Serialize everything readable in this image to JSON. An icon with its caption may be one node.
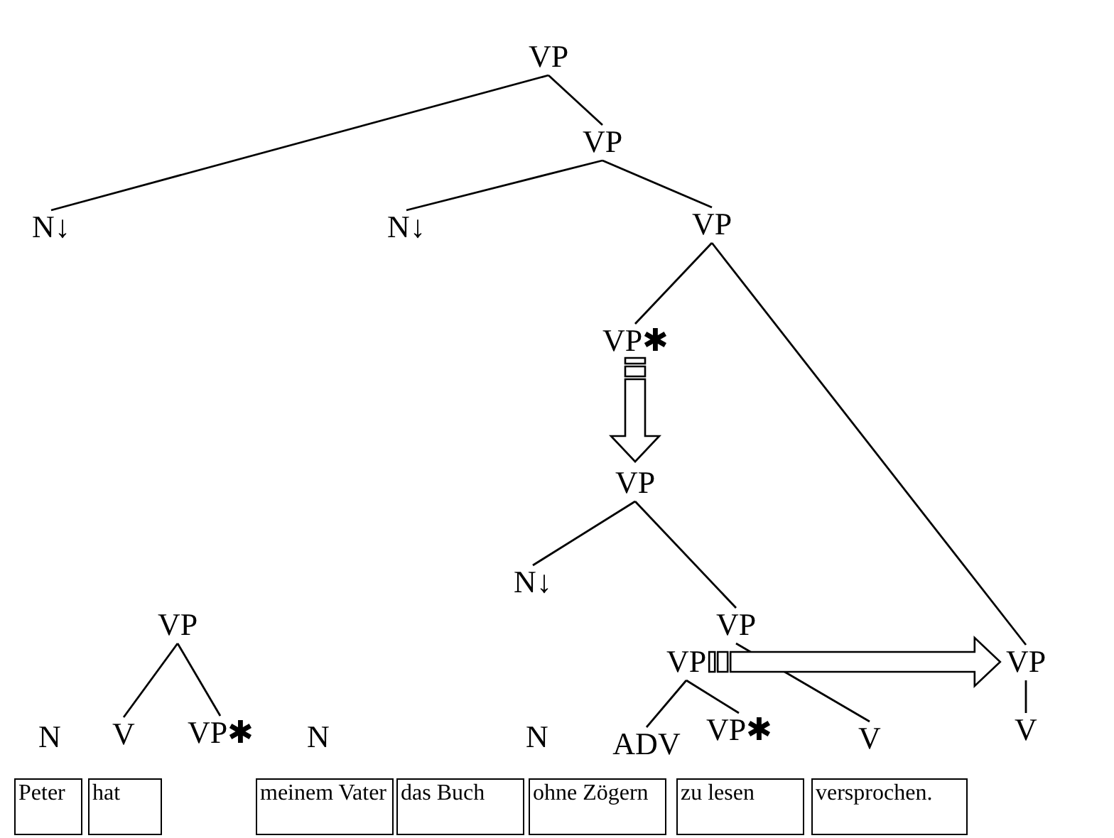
{
  "diagram": {
    "nodes": [
      {
        "text": [
          "VP"
        ]
      },
      {
        "text": [
          "VP"
        ]
      },
      {
        "text": [
          "N↓"
        ]
      },
      {
        "text": [
          "N↓"
        ]
      },
      {
        "text": [
          "VP"
        ]
      },
      {
        "text": [
          "VP✱"
        ]
      },
      {
        "text": [
          "VP"
        ]
      },
      {
        "text": [
          "N↓"
        ]
      },
      {
        "text": [
          "VP"
        ]
      },
      {
        "text": [
          "VP"
        ]
      },
      {
        "text": [
          "ADV"
        ]
      },
      {
        "text": [
          "VP✱"
        ]
      },
      {
        "text": [
          "V"
        ]
      },
      {
        "text": [
          "VP"
        ]
      },
      {
        "text": [
          "V"
        ]
      },
      {
        "text": [
          "VP"
        ]
      },
      {
        "text": [
          "V"
        ]
      },
      {
        "text": [
          "VP✱"
        ]
      },
      {
        "text": [
          "Peter"
        ]
      },
      {
        "text": [
          "hat"
        ]
      },
      {
        "text": [
          "meinem Vater"
        ]
      },
      {
        "text": [
          "das Buch"
        ]
      },
      {
        "text": [
          "ohne Zögern"
        ]
      },
      {
        "text": [
          "zu lesen"
        ]
      },
      {
        "text": [
          "versprochen."
        ]
      }
    ],
    "edges": [
      {
        "from": 0,
        "to": 2,
        "arrow": "none"
      },
      {
        "from": 0,
        "to": 1,
        "arrow": "none"
      },
      {
        "from": 1,
        "to": 3,
        "arrow": "none"
      },
      {
        "from": 1,
        "to": 4,
        "arrow": "none"
      },
      {
        "from": 4,
        "to": 5,
        "arrow": "none"
      },
      {
        "from": 4,
        "to": 13,
        "arrow": "none"
      },
      {
        "from": 5,
        "to": 6,
        "arrow": "to",
        "style": "thick"
      },
      {
        "from": 6,
        "to": 7,
        "arrow": "none"
      },
      {
        "from": 6,
        "to": 8,
        "arrow": "none"
      },
      {
        "from": 8,
        "to": 12,
        "arrow": "none"
      },
      {
        "from": 9,
        "to": 10,
        "arrow": "none"
      },
      {
        "from": 9,
        "to": 11,
        "arrow": "none"
      },
      {
        "from": 9,
        "to": 13,
        "arrow": "to",
        "style": "thick"
      },
      {
        "from": 13,
        "to": 14,
        "arrow": "none"
      },
      {
        "from": 15,
        "to": 16,
        "arrow": "none"
      },
      {
        "from": 15,
        "to": 17,
        "arrow": "none"
      }
    ],
    "labels": [
      "N",
      "N",
      "N"
    ]
  }
}
